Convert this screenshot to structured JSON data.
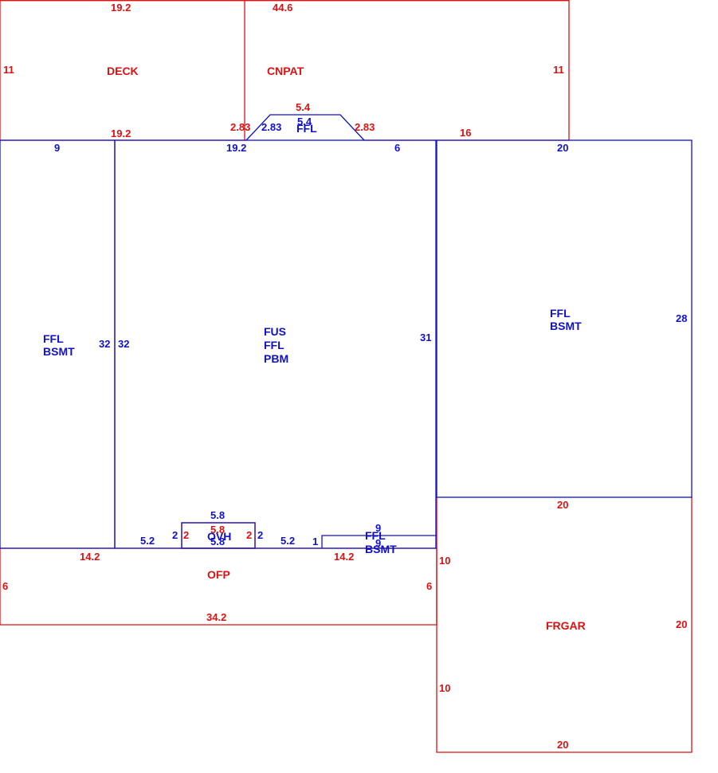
{
  "colors": {
    "red": "#dd1111",
    "blue": "#1111cc",
    "background": "#ffffff"
  },
  "areas": {
    "deck": {
      "label": "DECK",
      "dims": {
        "top": "19.2",
        "bottom": "19.2",
        "left": "11"
      }
    },
    "cnpat": {
      "label": "CNPAT",
      "dims": {
        "top": "44.6",
        "right": "11",
        "bottom": "16",
        "slant_left": "2.83",
        "slant_right": "2.83",
        "top_bump": "5.4"
      }
    },
    "bump": {
      "label": "FFL",
      "dims": {
        "top": "5.4",
        "left": "2.83",
        "right": "6"
      }
    },
    "left_bsmt": {
      "label_1": "FFL",
      "label_2": "BSMT",
      "dims": {
        "top": "9",
        "right": "32"
      }
    },
    "main": {
      "label_1": "FUS",
      "label_2": "FFL",
      "label_3": "PBM",
      "dims": {
        "top": "19.2",
        "left": "32",
        "right": "31",
        "bottom_left": "5.2",
        "bottom_right": "5.2",
        "step": "1"
      }
    },
    "right_bsmt": {
      "label_1": "FFL",
      "label_2": "BSMT",
      "dims": {
        "top": "20",
        "right": "28"
      }
    },
    "ovh": {
      "label": "OVH",
      "dims": {
        "top_blue": "5.8",
        "top_red": "5.8",
        "bottom": "5.8",
        "left_blue": "2",
        "left_red": "2",
        "right_blue": "2",
        "right_red": "2"
      }
    },
    "small_bsmt": {
      "label_1": "FFL",
      "label_2": "BSMT",
      "dims": {
        "top": "9",
        "side": "9"
      }
    },
    "ofp": {
      "label": "OFP",
      "dims": {
        "top_left": "14.2",
        "top_right": "14.2",
        "left": "6",
        "right": "6",
        "bottom": "34.2"
      }
    },
    "frgar": {
      "label": "FRGAR",
      "dims": {
        "top": "20",
        "left_upper": "10",
        "left_lower": "10",
        "right": "20",
        "bottom": "20"
      }
    }
  }
}
